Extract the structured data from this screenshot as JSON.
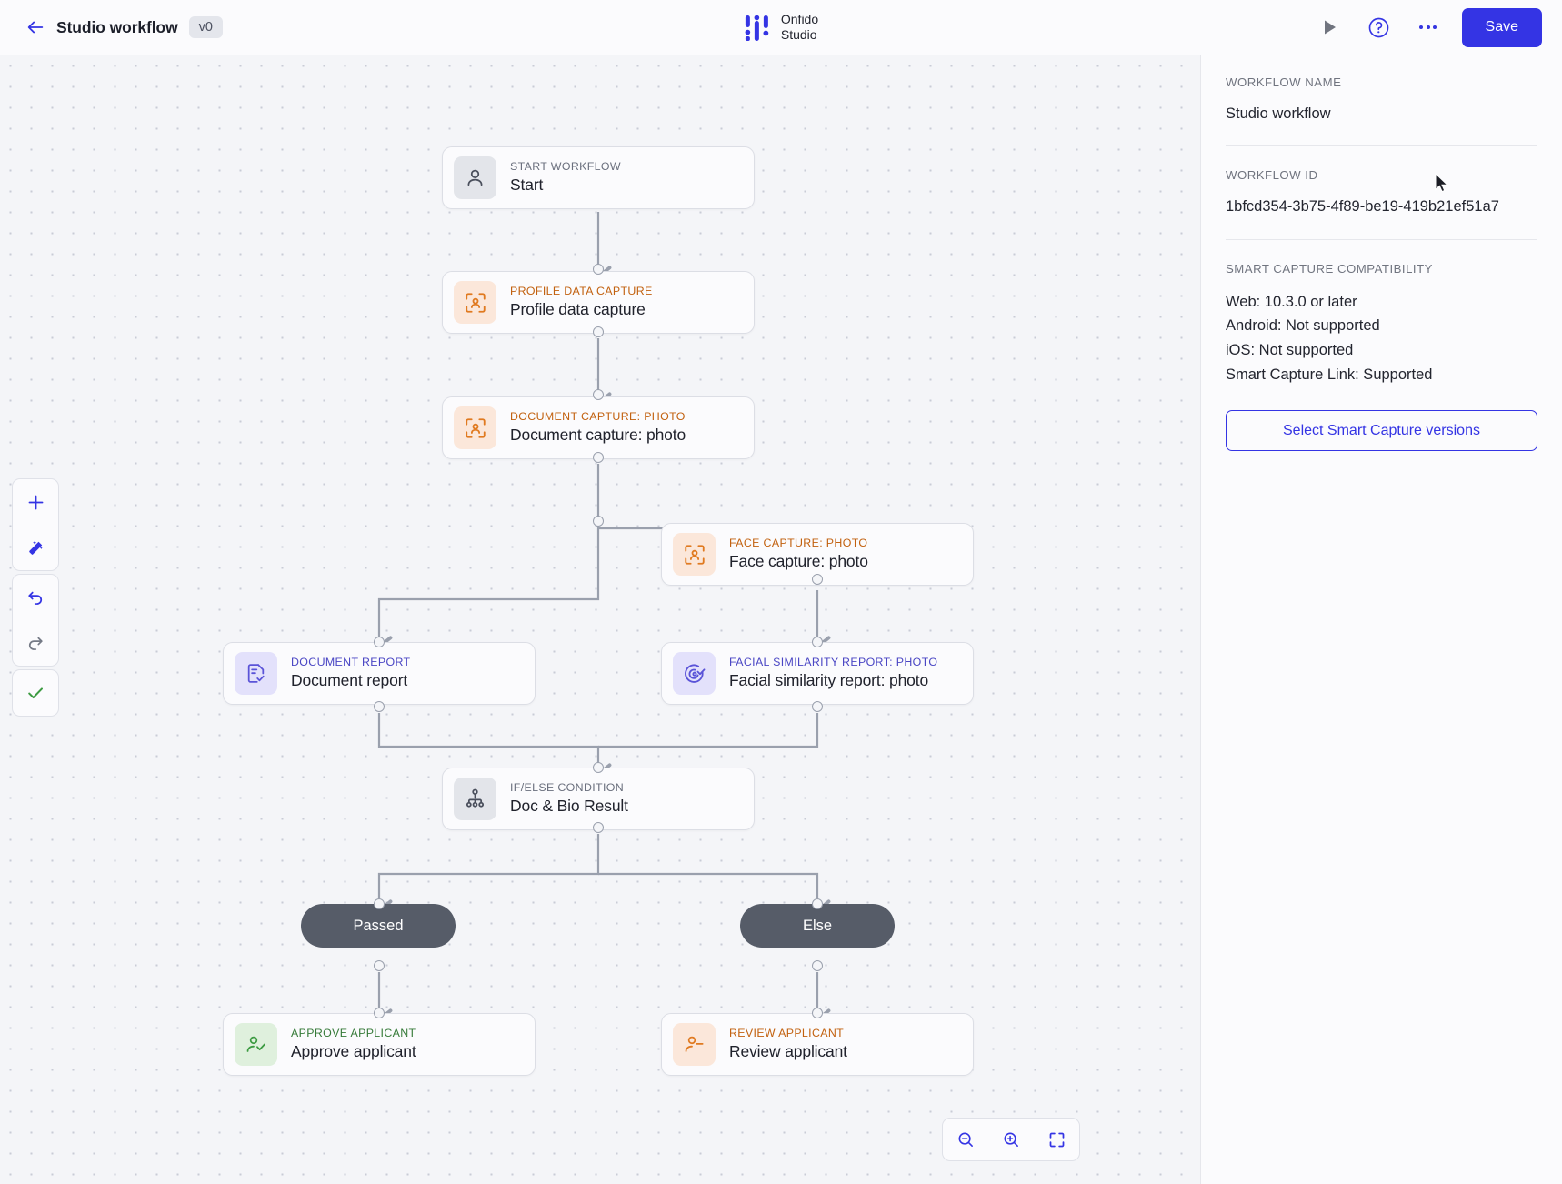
{
  "topbar": {
    "back_icon": "arrow-left-icon",
    "title": "Studio workflow",
    "version": "v0",
    "brand": "Onfido\nStudio",
    "brand_logo_icon": "onfido-sliders-logo-icon",
    "run_icon": "play-icon",
    "help_icon": "question-circle-icon",
    "more_icon": "ellipsis-icon",
    "save_label": "Save"
  },
  "left_rail": {
    "add_label": "add-node",
    "add_icon": "plus-icon",
    "magic_label": "auto-layout",
    "magic_icon": "magic-wand-icon",
    "undo_label": "undo",
    "undo_icon": "undo-arrow-icon",
    "redo_label": "redo",
    "redo_icon": "redo-arrow-icon",
    "validate_label": "validate",
    "validate_icon": "check-icon"
  },
  "zoom_controls": {
    "zoom_out_icon": "magnifier-minus-icon",
    "zoom_in_icon": "magnifier-plus-icon",
    "fit_icon": "fit-to-screen-icon"
  },
  "panel": {
    "name_label": "WORKFLOW NAME",
    "name_value": "Studio workflow",
    "id_label": "WORKFLOW ID",
    "id_value": "1bfcd354-3b75-4f89-be19-419b21ef51a7",
    "compat_label": "SMART CAPTURE COMPATIBILITY",
    "compat_lines": [
      "Web: 10.3.0 or later",
      "Android: Not supported",
      "iOS: Not supported",
      "Smart Capture Link: Supported"
    ],
    "select_versions_label": "Select Smart Capture versions"
  },
  "colors": {
    "brand_blue": "#3434e4",
    "orange": "#c2610f",
    "purple": "#4a46c4",
    "green": "#357a38",
    "gray": "#6a6f7d",
    "pill_bg": "#565c68",
    "canvas_bg": "#f4f5f8"
  },
  "nodes": [
    {
      "id": "start",
      "category": "START WORKFLOW",
      "name": "Start",
      "theme": "t-gray",
      "icon": "person-icon"
    },
    {
      "id": "profile",
      "category": "PROFILE DATA CAPTURE",
      "name": "Profile data capture",
      "theme": "t-orange",
      "icon": "face-scan-icon"
    },
    {
      "id": "doccap",
      "category": "DOCUMENT CAPTURE: PHOTO",
      "name": "Document capture: photo",
      "theme": "t-orange",
      "icon": "face-scan-icon"
    },
    {
      "id": "facecap",
      "category": "FACE CAPTURE: PHOTO",
      "name": "Face capture: photo",
      "theme": "t-orange",
      "icon": "face-scan-icon"
    },
    {
      "id": "docrep",
      "category": "DOCUMENT REPORT",
      "name": "Document report",
      "theme": "t-purple",
      "icon": "document-check-icon"
    },
    {
      "id": "facerep",
      "category": "FACIAL SIMILARITY REPORT: PHOTO",
      "name": "Facial similarity report: photo",
      "theme": "t-purple",
      "icon": "face-id-check-icon"
    },
    {
      "id": "cond",
      "category": "IF/ELSE CONDITION",
      "name": "Doc & Bio Result",
      "theme": "t-gray",
      "icon": "branch-icon"
    },
    {
      "id": "approve",
      "category": "APPROVE APPLICANT",
      "name": "Approve applicant",
      "theme": "t-green",
      "icon": "person-check-icon"
    },
    {
      "id": "review",
      "category": "REVIEW APPLICANT",
      "name": "Review applicant",
      "theme": "t-orange",
      "icon": "person-minus-icon"
    }
  ],
  "branch_pills": [
    {
      "id": "passed",
      "label": "Passed"
    },
    {
      "id": "else",
      "label": "Else"
    }
  ]
}
